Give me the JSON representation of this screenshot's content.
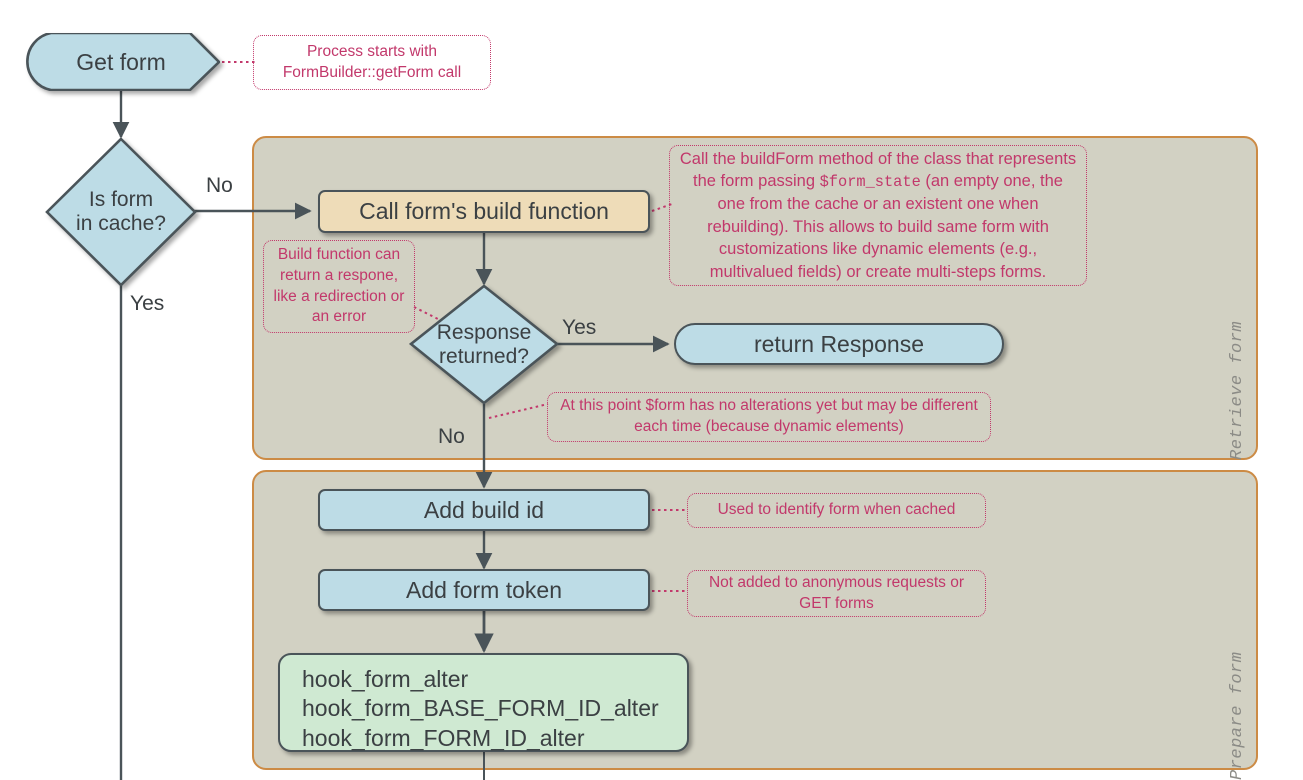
{
  "diagram": {
    "title": "Drupal form build flowchart",
    "colors": {
      "panel_fill": "#d2d1c3",
      "panel_border": "#cc8b45",
      "node_blue": "#bddce6",
      "node_tan": "#eedcb8",
      "node_green": "#cfe9d2",
      "node_stroke": "#4a5459",
      "note_accent": "#c2386b",
      "text": "#3b4043",
      "panel_label": "#8b8b86"
    }
  },
  "panels": [
    {
      "id": "retrieve",
      "label": "Retrieve form"
    },
    {
      "id": "prepare",
      "label": "Prepare form"
    }
  ],
  "nodes": {
    "get_form": "Get form",
    "is_form_in_cache": {
      "line1": "Is form",
      "line2": "in cache?"
    },
    "call_build_function": "Call form's build function",
    "response_returned": {
      "line1": "Response",
      "line2": "returned?"
    },
    "return_response": "return Response",
    "add_build_id": "Add build id",
    "add_form_token": "Add form token",
    "hooks": {
      "line1": "hook_form_alter",
      "line2": "hook_form_BASE_FORM_ID_alter",
      "line3": "hook_form_FORM_ID_alter"
    }
  },
  "edge_labels": {
    "cache_no": "No",
    "cache_yes": "Yes",
    "response_yes": "Yes",
    "response_no": "No"
  },
  "notes": {
    "start": "Process starts with FormBuilder::getForm call",
    "build_form": {
      "part1": "Call the buildForm method of the class that represents the form passing ",
      "mono": "$form_state",
      "part2": " (an empty one, the one from the cache or an existent one when rebuilding). This allows to build same form with customizations like dynamic elements (e.g., multivalued fields) or create multi-steps forms."
    },
    "build_can_return": "Build function can return a respone, like a redirection or an error",
    "no_alterations": "At this point $form has no alterations yet but may be different each time (because dynamic elements)",
    "build_id": "Used to identify form when cached",
    "form_token": "Not added to anonymous  requests or GET forms"
  }
}
